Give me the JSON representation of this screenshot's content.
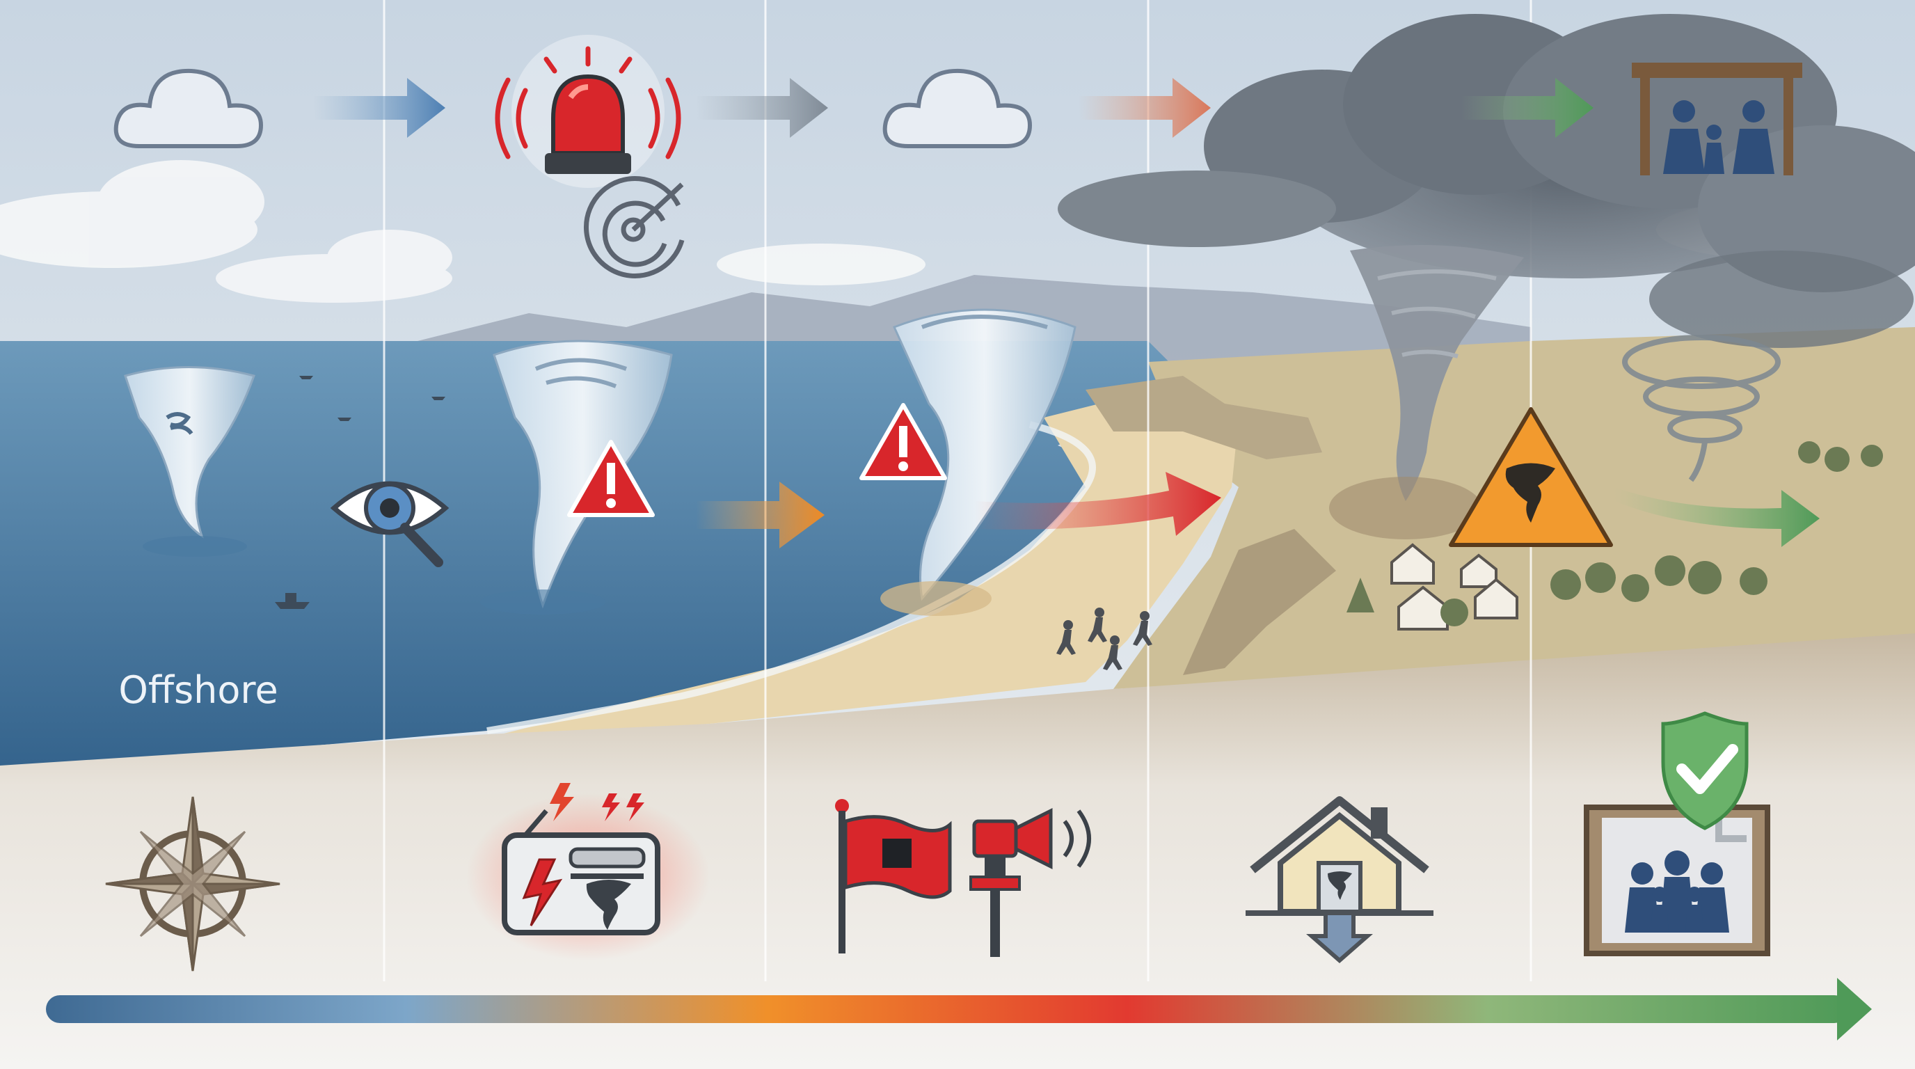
{
  "labels": {
    "offshore": "Offshore"
  },
  "stages": [
    {
      "id": "stage-1",
      "icons": [
        "cloud-icon",
        "waterspout-icon",
        "eye-magnifier-icon",
        "compass-rose-icon"
      ]
    },
    {
      "id": "stage-2",
      "icons": [
        "siren-icon",
        "radar-icon",
        "warning-triangle-icon",
        "alert-radio-icon"
      ]
    },
    {
      "id": "stage-3",
      "icons": [
        "cloud-icon",
        "warning-triangle-icon",
        "warning-flag-icon",
        "siren-horn-icon"
      ]
    },
    {
      "id": "stage-4",
      "icons": [
        "tornado-landfall",
        "house-shelter-icon"
      ]
    },
    {
      "id": "stage-5",
      "icons": [
        "family-shelter-icon",
        "tornado-warning-sign-icon",
        "basement-shelter-icon",
        "shield-check-icon"
      ]
    }
  ],
  "colors": {
    "sky_top": "#c9d7e4",
    "sea": "#5f8fb3",
    "sea_deep": "#3d6a92",
    "sand": "#e9d8b4",
    "land": "#c9bd9a",
    "ground": "#e7e3dc",
    "alert_red": "#d8262b",
    "warning_orange": "#f29a2e",
    "safe_green": "#5fa05f",
    "timeline_start": "#3f6d97",
    "timeline_mid": "#f0902a",
    "timeline_red": "#e23a30",
    "timeline_end": "#5f9f5f"
  }
}
